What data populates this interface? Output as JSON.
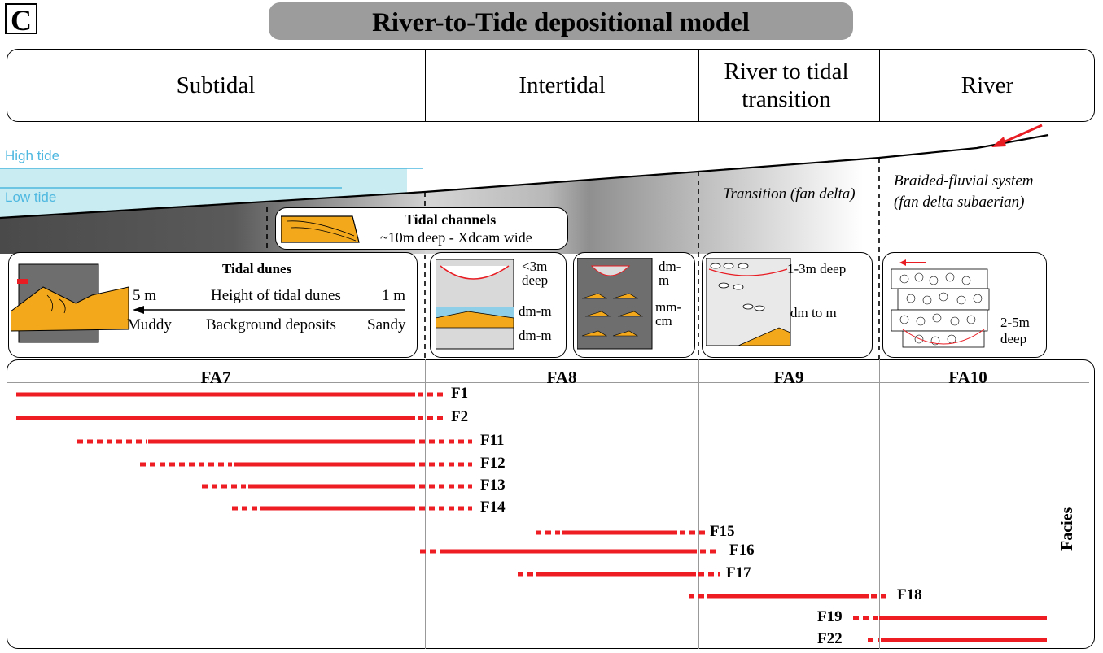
{
  "panel_letter": "C",
  "title": "River-to-Tide depositional model",
  "zones": [
    "Subtidal",
    "Intertidal",
    "River to tidal transition",
    "River"
  ],
  "water_labels": {
    "high_tide": "High tide",
    "low_tide": "Low tide"
  },
  "environment_labels": {
    "transition": "Transition (fan delta)",
    "braided_line1": "Braided-fluvial system",
    "braided_line2": "(fan delta subaerian)"
  },
  "tidal_channels": {
    "title": "Tidal channels",
    "caption": "~10m deep - Xdcam wide"
  },
  "tidal_dunes": {
    "title": "Tidal dunes",
    "left_height": "5 m",
    "right_height": "1 m",
    "height_label": "Height of tidal dunes",
    "left_background": "Muddy",
    "right_background": "Sandy",
    "background_label": "Background deposits"
  },
  "sketch_intertidal_a": {
    "top": "<3m deep",
    "mid": "dm-m",
    "bot": "dm-m"
  },
  "sketch_intertidal_b": {
    "top": "dm-m",
    "mid": "mm-cm"
  },
  "sketch_transition": {
    "top": "1-3m deep",
    "mid": "dm to m"
  },
  "sketch_river": {
    "bottom": "2-5m deep"
  },
  "facies_associations": [
    "FA7",
    "FA8",
    "FA9",
    "FA10"
  ],
  "axis_label": "Facies",
  "colors": {
    "bar": "#ee1d23",
    "sand": "#f3a81c",
    "water": "#c8ecf2",
    "tide_line": "#4fb8e0",
    "title_pill": "#9c9c9c"
  },
  "chart_data": {
    "type": "range-bar",
    "rows": [
      {
        "label": "F1",
        "solid": [
          "FA7 start",
          "FA7 end"
        ],
        "dotted": [
          "FA7 end",
          "FA8 start"
        ]
      },
      {
        "label": "F2",
        "solid": [
          "FA7 start",
          "FA7 end"
        ],
        "dotted": [
          "FA7 end",
          "FA8 start"
        ]
      },
      {
        "label": "F11",
        "solid": [
          "FA7",
          "FA7 end"
        ],
        "dotted": [
          "FA7",
          "FA8"
        ]
      },
      {
        "label": "F12",
        "solid": [
          "FA7",
          "FA7 end"
        ],
        "dotted": [
          "FA7",
          "FA8"
        ]
      },
      {
        "label": "F13",
        "solid": [
          "FA7",
          "FA7 end"
        ],
        "dotted": [
          "FA7",
          "FA8"
        ]
      },
      {
        "label": "F14",
        "solid": [
          "FA7",
          "FA7 end"
        ],
        "dotted": [
          "FA7",
          "FA8"
        ]
      },
      {
        "label": "F15",
        "solid": [
          "FA8",
          "FA8"
        ],
        "dotted": [
          "FA8",
          "FA9 start"
        ]
      },
      {
        "label": "F16",
        "solid": [
          "FA8 start",
          "FA8 end"
        ],
        "dotted": [
          "FA7 end",
          "FA9"
        ]
      },
      {
        "label": "F17",
        "solid": [
          "FA8",
          "FA8 end"
        ],
        "dotted": [
          "FA8",
          "FA9"
        ]
      },
      {
        "label": "F18",
        "solid": [
          "FA9",
          "FA9 end"
        ],
        "dotted": [
          "FA8 end",
          "FA10 start"
        ]
      },
      {
        "label": "F19",
        "solid": [
          "FA10",
          "FA10 end"
        ],
        "dotted": [
          "FA9 end",
          "FA10"
        ]
      },
      {
        "label": "F22",
        "solid": [
          "FA10",
          "FA10 end"
        ],
        "dotted": [
          "FA10 start",
          "FA10"
        ]
      }
    ]
  }
}
